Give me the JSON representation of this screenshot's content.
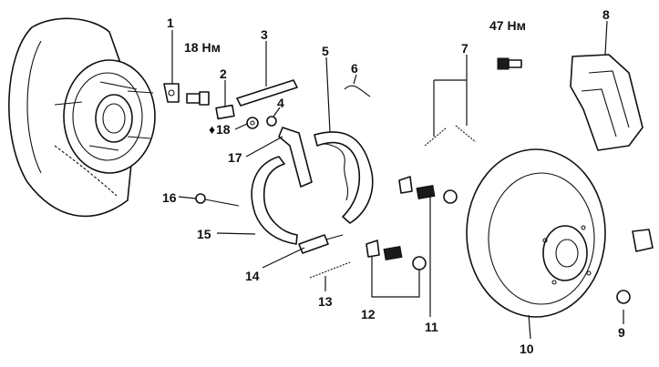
{
  "callouts": {
    "n1": "1",
    "n2": "2",
    "n3": "3",
    "n4": "4",
    "n5": "5",
    "n6": "6",
    "n7": "7",
    "n8": "8",
    "n9": "9",
    "n10": "10",
    "n11": "11",
    "n12": "12",
    "n13": "13",
    "n14": "14",
    "n15": "15",
    "n16": "16",
    "n17": "17",
    "n18": "18"
  },
  "torque": {
    "hub_bolt": "18 Нм",
    "caliper_bolt": "47 Нм"
  }
}
